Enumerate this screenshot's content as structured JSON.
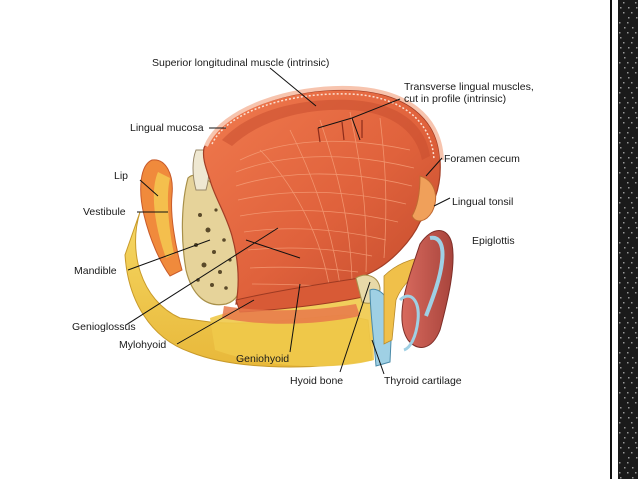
{
  "labels": {
    "superior_longitudinal": "Superior longitudinal muscle (intrinsic)",
    "transverse_line1": "Transverse lingual muscles,",
    "transverse_line2": "cut in profile (intrinsic)",
    "lingual_mucosa": "Lingual mucosa",
    "foramen_cecum": "Foramen cecum",
    "lip": "Lip",
    "vestibule": "Vestibule",
    "lingual_tonsil": "Lingual tonsil",
    "epiglottis": "Epiglottis",
    "mandible": "Mandible",
    "genioglossus": "Genioglossus",
    "mylohyoid": "Mylohyoid",
    "geniohyoid": "Geniohyoid",
    "hyoid_bone": "Hyoid bone",
    "thyroid_cartilage": "Thyroid cartilage"
  },
  "colors": {
    "muscle": "#e0623c",
    "muscle_dark": "#b8432a",
    "muscle_light": "#f08a60",
    "fat": "#f2cf52",
    "bone": "#e8d9a8",
    "cartilage": "#9fd0e4",
    "epiglottis": "#c8504a",
    "mucosa": "#f5b8a0",
    "edge_pattern": "#111111"
  }
}
